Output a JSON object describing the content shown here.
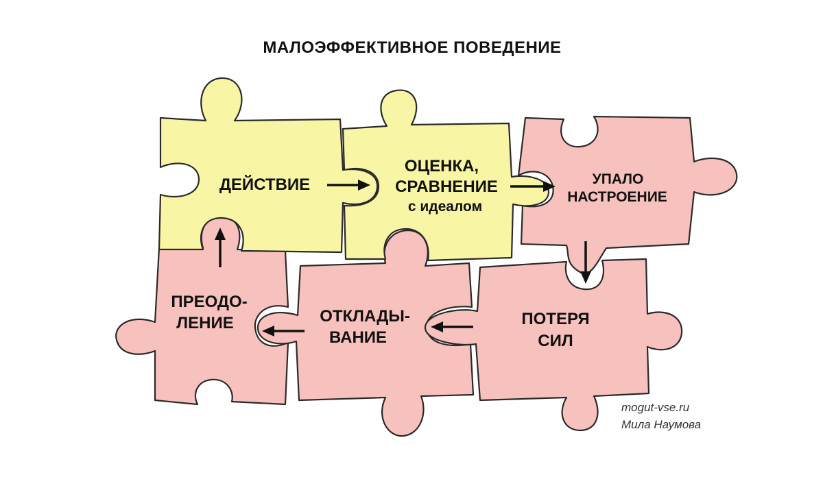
{
  "title": "МАЛОЭФФЕКТИВНОЕ ПОВЕДЕНИЕ",
  "colors": {
    "yellow_piece": "#f8f5a4",
    "pink_piece": "#f7c1bd",
    "outline": "#2a2a2a",
    "text": "#111111"
  },
  "pieces": {
    "action": {
      "line1": "ДЕЙСТВИЕ"
    },
    "evaluation": {
      "line1": "ОЦЕНКА,",
      "line2": "СРАВНЕНИЕ",
      "line3": "с идеалом"
    },
    "mood": {
      "line1": "УПАЛО",
      "line2": "НАСТРОЕНИЕ"
    },
    "energy": {
      "line1": "ПОТЕРЯ",
      "line2": "СИЛ"
    },
    "procrastination": {
      "line1": "ОТКЛАДЫ-",
      "line2": "ВАНИЕ"
    },
    "overcoming": {
      "line1": "ПРЕОДО-",
      "line2": "ЛЕНИЕ"
    }
  },
  "flow_order": [
    "ДЕЙСТВИЕ",
    "ОЦЕНКА, СРАВНЕНИЕ с идеалом",
    "УПАЛО НАСТРОЕНИЕ",
    "ПОТЕРЯ СИЛ",
    "ОТКЛАДЫВАНИЕ",
    "ПРЕОДОЛЕНИЕ"
  ],
  "credit": {
    "site": "mogut-vse.ru",
    "author": "Мила Наумова"
  }
}
